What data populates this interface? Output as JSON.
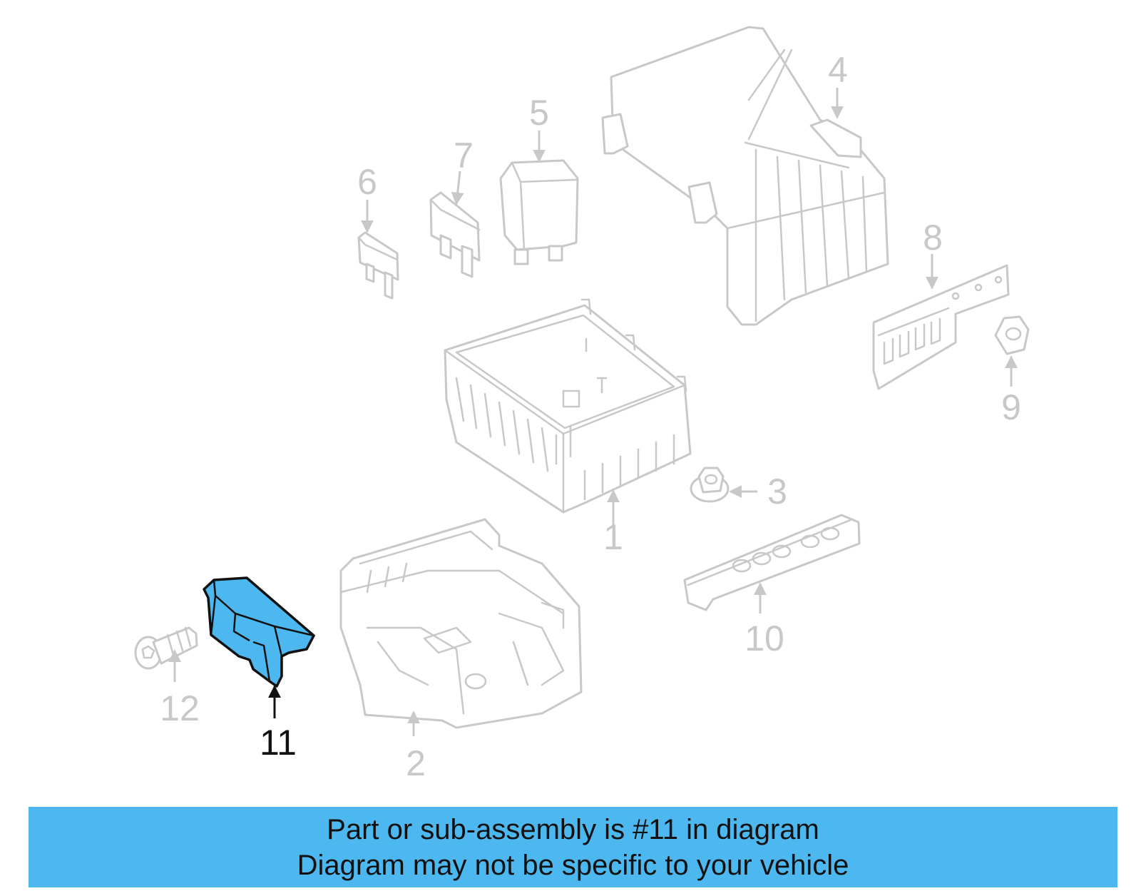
{
  "callouts": [
    "1",
    "2",
    "3",
    "4",
    "5",
    "6",
    "7",
    "8",
    "9",
    "10",
    "11",
    "12"
  ],
  "highlighted_callout": "11",
  "colors": {
    "highlight": "#4db8f0",
    "part_outline": "#c8c8c8",
    "highlight_outline": "#111111"
  },
  "banner": {
    "line1": "Part or sub-assembly is #11 in diagram",
    "line2": "Diagram may not be specific to your vehicle"
  }
}
